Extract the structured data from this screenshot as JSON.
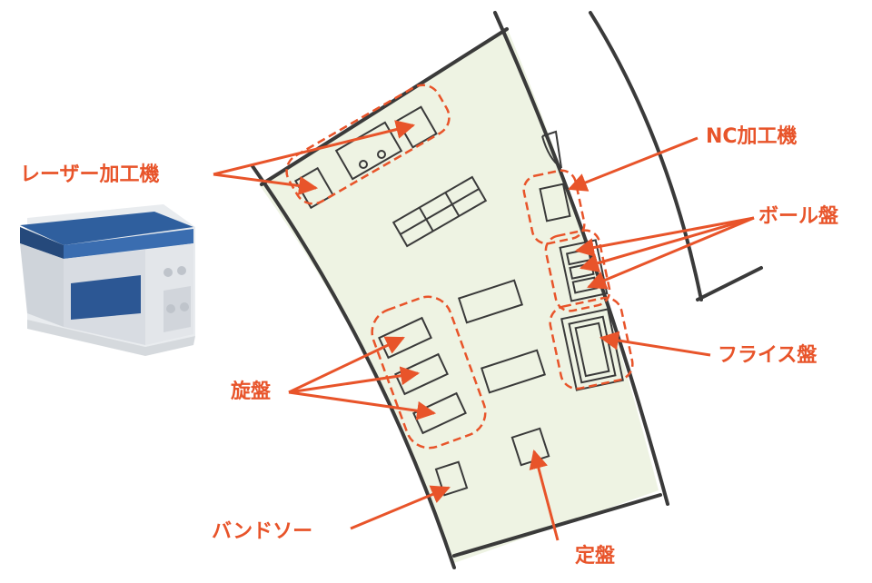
{
  "labels": {
    "laser_cutter": "レーザー加工機",
    "nc_machine": "NC加工機",
    "drill_press": "ボール盤",
    "milling_machine": "フライス盤",
    "lathe": "旋盤",
    "bandsaw": "バンドソー",
    "surface_plate": "定盤"
  },
  "colors": {
    "accent": "#e8542a",
    "room_fill": "#eef3e3",
    "wall": "#3a3a3a",
    "machine_blue": "#2f5f9e",
    "machine_grey": "#d9dde3"
  },
  "icons": {
    "laser_machine_photo": "laser-cutter-machine-illustration",
    "door": "door-swing-icon"
  }
}
